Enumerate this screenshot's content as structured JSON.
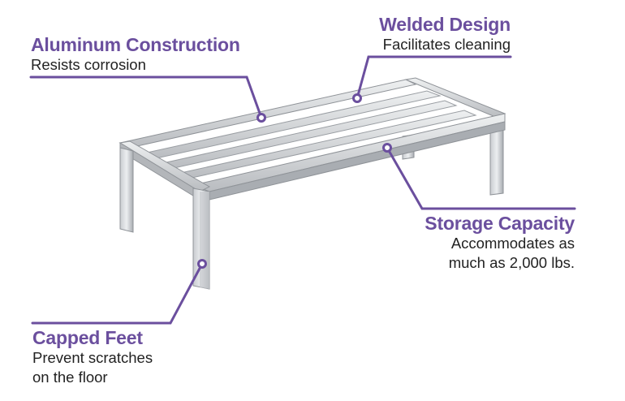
{
  "theme": {
    "accent": "#6b4f9e",
    "metal_light": "#dfe1e3",
    "metal_mid": "#b8bbbf",
    "metal_dark": "#8c9095"
  },
  "product": {
    "icon": "aluminum-dunnage-rack"
  },
  "callouts": {
    "aluminum": {
      "title": "Aluminum Construction",
      "desc": [
        "Resists corrosion"
      ]
    },
    "welded": {
      "title": "Welded Design",
      "desc": [
        "Facilitates cleaning"
      ]
    },
    "storage": {
      "title": "Storage Capacity",
      "desc": [
        "Accommodates as",
        "much as 2,000 lbs."
      ]
    },
    "feet": {
      "title": "Capped Feet",
      "desc": [
        "Prevent scratches",
        "on the floor"
      ]
    }
  }
}
